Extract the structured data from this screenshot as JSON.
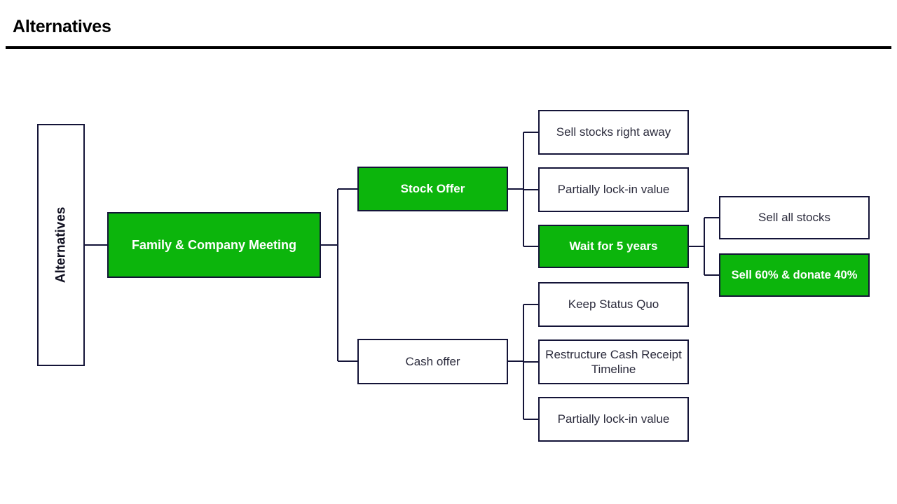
{
  "header": {
    "title": "Alternatives"
  },
  "diagram": {
    "type": "tree",
    "orientation": "left-to-right",
    "colors": {
      "highlight_fill": "#0CB50C",
      "highlight_text": "#FFFFFF",
      "node_border": "#141438",
      "node_fill": "#FFFFFF",
      "node_text": "#2B2B3C",
      "rule": "#000000"
    },
    "root": {
      "label": "Alternatives",
      "highlighted": false,
      "rotated": true
    },
    "level1": [
      {
        "label": "Family & Company Meeting",
        "highlighted": true
      }
    ],
    "level2": [
      {
        "label": "Stock Offer",
        "highlighted": true
      },
      {
        "label": "Cash offer",
        "highlighted": false
      }
    ],
    "level3_stock": [
      {
        "label": "Sell stocks right away",
        "highlighted": false
      },
      {
        "label": "Partially lock-in value",
        "highlighted": false
      },
      {
        "label": "Wait for 5 years",
        "highlighted": true
      }
    ],
    "level3_cash": [
      {
        "label": "Keep Status Quo",
        "highlighted": false
      },
      {
        "label": "Restructure Cash Receipt Timeline",
        "highlighted": false
      },
      {
        "label": "Partially lock-in value",
        "highlighted": false
      }
    ],
    "level4_wait": [
      {
        "label": "Sell all stocks",
        "highlighted": false
      },
      {
        "label": "Sell 60% & donate 40%",
        "highlighted": true
      }
    ]
  }
}
